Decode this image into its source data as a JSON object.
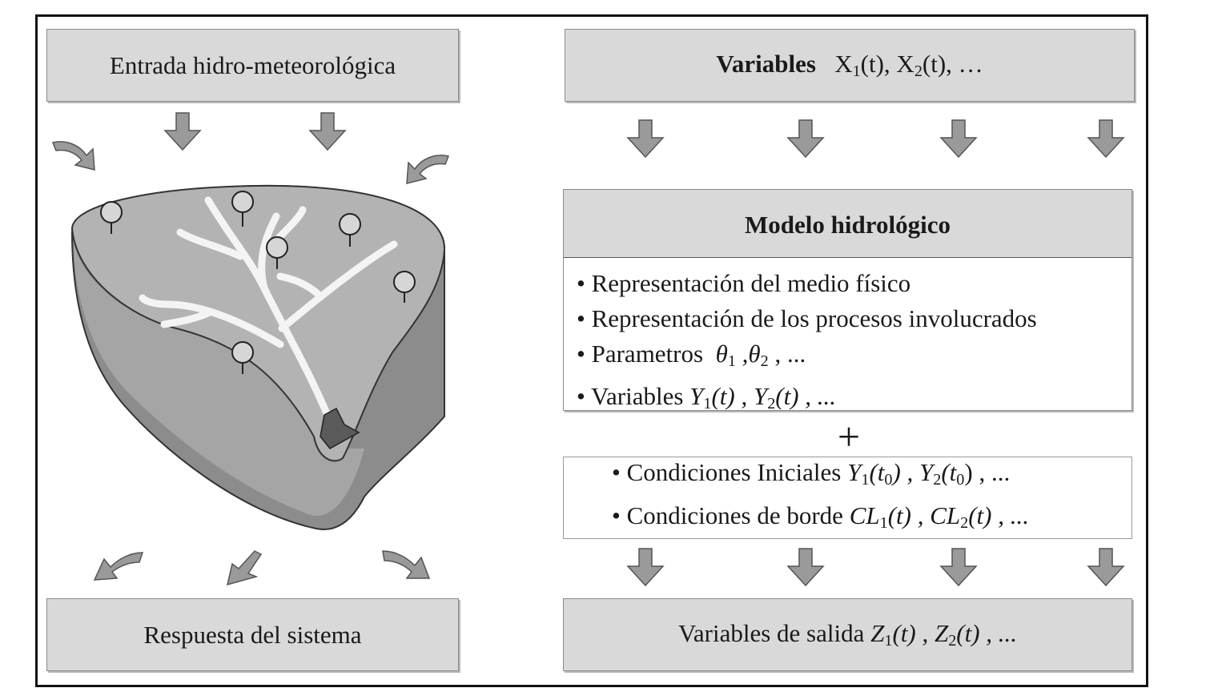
{
  "left": {
    "input_title": "Entrada hidro-meteorológica",
    "output_title": "Respuesta del sistema"
  },
  "right": {
    "variables_label": "Variables",
    "variables_expr": "X",
    "x1_sub": "1",
    "x1_tail": "(t), X",
    "x2_sub": "2",
    "x2_tail": "(t), …",
    "model_title": "Modelo hidrológico",
    "item1": "Representación del medio físico",
    "item2": "Representación de los procesos involucrados",
    "item3_text": "Parametros",
    "item3_math_a": "θ",
    "item3_sub_a": "1",
    "item3_math_b": " ,θ",
    "item3_sub_b": "2",
    "item3_tail": " , ...",
    "item4_text": "Variables",
    "item4_y": "Y",
    "item4_sub1": "1",
    "item4_mid": "(t) , Y",
    "item4_sub2": "2",
    "item4_tail": "(t) , ...",
    "plus": "+",
    "cond1_text": "Condiciones Iniciales",
    "cond1_y": "Y",
    "cond1_sub1": "1",
    "cond1_a": "(t",
    "cond1_sub0a": "0",
    "cond1_b": ") , Y",
    "cond1_sub2": "2",
    "cond1_c": "(t",
    "cond1_sub0b": "0",
    "cond1_d": ") , ...",
    "cond2_text": "Condiciones de borde",
    "cond2_a": "CL",
    "cond2_sub1": "1",
    "cond2_b": "(t) , CL",
    "cond2_sub2": "2",
    "cond2_c": "(t) , ...",
    "output_text": "Variables de salida",
    "out_z": "Z",
    "out_sub1": "1",
    "out_mid": "(t) , Z",
    "out_sub2": "2",
    "out_tail": "(t) , ..."
  }
}
